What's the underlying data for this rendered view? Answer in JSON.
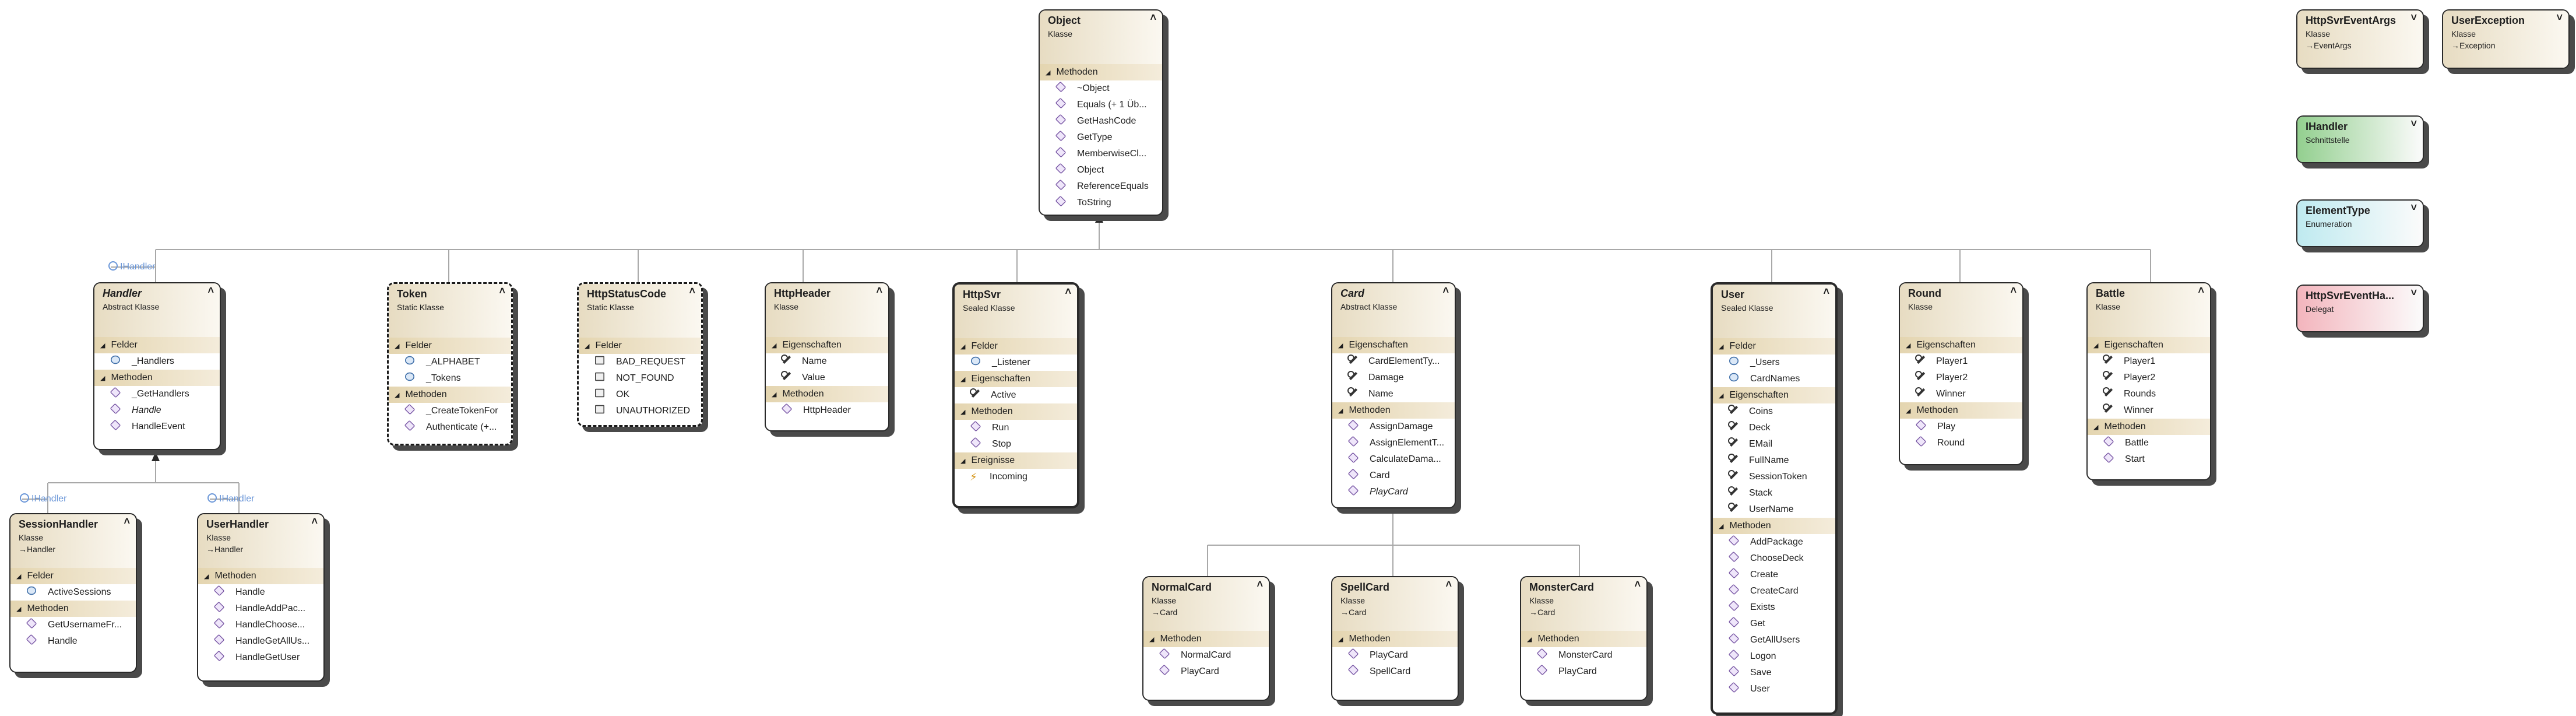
{
  "colors": {
    "class_header": "#e7dcc2",
    "section": "#e4d5b0",
    "interface": "#93cf8f",
    "enum": "#bfeaf0",
    "delegate": "#f3b5bd"
  },
  "interface_labels": {
    "handler": "IHandler",
    "session": "IHandler",
    "user": "IHandler"
  },
  "classes": {
    "object": {
      "name": "Object",
      "kind": "Klasse",
      "sections": [
        {
          "title": "Methoden",
          "items": [
            "~Object",
            "Equals (+ 1 Üb...",
            "GetHashCode",
            "GetType",
            "MemberwiseCl...",
            "Object",
            "ReferenceEquals",
            "ToString"
          ]
        }
      ]
    },
    "handler": {
      "name": "Handler",
      "kind": "Abstract Klasse",
      "sections": [
        {
          "title": "Felder",
          "items": [
            "_Handlers"
          ]
        },
        {
          "title": "Methoden",
          "items": [
            "_GetHandlers",
            "Handle",
            "HandleEvent"
          ]
        }
      ]
    },
    "token": {
      "name": "Token",
      "kind": "Static Klasse",
      "sections": [
        {
          "title": "Felder",
          "items": [
            "_ALPHABET",
            "_Tokens"
          ]
        },
        {
          "title": "Methoden",
          "items": [
            "_CreateTokenFor",
            "Authenticate (+..."
          ]
        }
      ]
    },
    "httpstatus": {
      "name": "HttpStatusCode",
      "kind": "Static Klasse",
      "sections": [
        {
          "title": "Felder",
          "items": [
            "BAD_REQUEST",
            "NOT_FOUND",
            "OK",
            "UNAUTHORIZED"
          ]
        }
      ]
    },
    "httpheader": {
      "name": "HttpHeader",
      "kind": "Klasse",
      "sections": [
        {
          "title": "Eigenschaften",
          "items": [
            "Name",
            "Value"
          ]
        },
        {
          "title": "Methoden",
          "items": [
            "HttpHeader"
          ]
        }
      ]
    },
    "httpsvr": {
      "name": "HttpSvr",
      "kind": "Sealed Klasse",
      "sections": [
        {
          "title": "Felder",
          "items": [
            "_Listener"
          ]
        },
        {
          "title": "Eigenschaften",
          "items": [
            "Active"
          ]
        },
        {
          "title": "Methoden",
          "items": [
            "Run",
            "Stop"
          ]
        },
        {
          "title": "Ereignisse",
          "items": [
            "Incoming"
          ]
        }
      ]
    },
    "card": {
      "name": "Card",
      "kind": "Abstract Klasse",
      "sections": [
        {
          "title": "Eigenschaften",
          "items": [
            "CardElementTy...",
            "Damage",
            "Name"
          ]
        },
        {
          "title": "Methoden",
          "items": [
            "AssignDamage",
            "AssignElementT...",
            "CalculateDama...",
            "Card",
            "PlayCard"
          ]
        }
      ]
    },
    "user": {
      "name": "User",
      "kind": "Sealed Klasse",
      "sections": [
        {
          "title": "Felder",
          "items": [
            "_Users",
            "CardNames"
          ]
        },
        {
          "title": "Eigenschaften",
          "items": [
            "Coins",
            "Deck",
            "EMail",
            "FullName",
            "SessionToken",
            "Stack",
            "UserName"
          ]
        },
        {
          "title": "Methoden",
          "items": [
            "AddPackage",
            "ChooseDeck",
            "Create",
            "CreateCard",
            "Exists",
            "Get",
            "GetAllUsers",
            "Logon",
            "Save",
            "User"
          ]
        }
      ]
    },
    "round": {
      "name": "Round",
      "kind": "Klasse",
      "sections": [
        {
          "title": "Eigenschaften",
          "items": [
            "Player1",
            "Player2",
            "Winner"
          ]
        },
        {
          "title": "Methoden",
          "items": [
            "Play",
            "Round"
          ]
        }
      ]
    },
    "battle": {
      "name": "Battle",
      "kind": "Klasse",
      "sections": [
        {
          "title": "Eigenschaften",
          "items": [
            "Player1",
            "Player2",
            "Rounds",
            "Winner"
          ]
        },
        {
          "title": "Methoden",
          "items": [
            "Battle",
            "Start"
          ]
        }
      ]
    },
    "sessionhandler": {
      "name": "SessionHandler",
      "kind": "Klasse",
      "base": "Handler",
      "sections": [
        {
          "title": "Felder",
          "items": [
            "ActiveSessions"
          ]
        },
        {
          "title": "Methoden",
          "items": [
            "GetUsernameFr...",
            "Handle"
          ]
        }
      ]
    },
    "userhandler": {
      "name": "UserHandler",
      "kind": "Klasse",
      "base": "Handler",
      "sections": [
        {
          "title": "Methoden",
          "items": [
            "Handle",
            "HandleAddPac...",
            "HandleChoose...",
            "HandleGetAllUs...",
            "HandleGetUser"
          ]
        }
      ]
    },
    "normalcard": {
      "name": "NormalCard",
      "kind": "Klasse",
      "base": "Card",
      "sections": [
        {
          "title": "Methoden",
          "items": [
            "NormalCard",
            "PlayCard"
          ]
        }
      ]
    },
    "spellcard": {
      "name": "SpellCard",
      "kind": "Klasse",
      "base": "Card",
      "sections": [
        {
          "title": "Methoden",
          "items": [
            "PlayCard",
            "SpellCard"
          ]
        }
      ]
    },
    "monstercard": {
      "name": "MonsterCard",
      "kind": "Klasse",
      "base": "Card",
      "sections": [
        {
          "title": "Methoden",
          "items": [
            "MonsterCard",
            "PlayCard"
          ]
        }
      ]
    }
  },
  "collapsed": {
    "httpsvreventargs": {
      "name": "HttpSvrEventArgs",
      "kind": "Klasse",
      "base": "EventArgs"
    },
    "userexception": {
      "name": "UserException",
      "kind": "Klasse",
      "base": "Exception"
    },
    "ihandler": {
      "name": "IHandler",
      "kind": "Schnittstelle"
    },
    "elementtype": {
      "name": "ElementType",
      "kind": "Enumeration"
    },
    "httpsvreventhandler": {
      "name": "HttpSvrEventHa...",
      "kind": "Delegat"
    }
  }
}
